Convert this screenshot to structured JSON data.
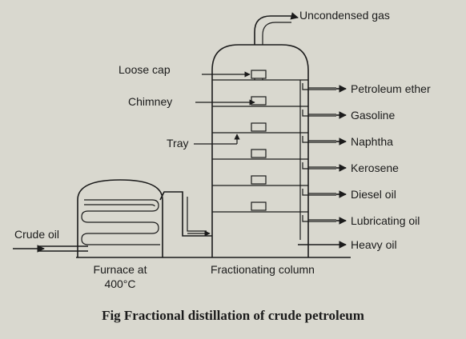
{
  "diagram": {
    "caption": "Fig Fractional distillation of crude petroleum",
    "inputs": {
      "crude_oil": "Crude oil"
    },
    "parts": {
      "loose_cap": "Loose cap",
      "chimney": "Chimney",
      "tray": "Tray",
      "furnace_line1": "Furnace at",
      "furnace_line2": "400°C",
      "column": "Fractionating column"
    },
    "outputs": {
      "top": "Uncondensed gas",
      "fractions": [
        "Petroleum ether",
        "Gasoline",
        "Naphtha",
        "Kerosene",
        "Diesel oil",
        "Lubricating oil",
        "Heavy oil"
      ]
    },
    "colors": {
      "background": "#d9d8cf",
      "ink": "#1b1b1b"
    }
  }
}
